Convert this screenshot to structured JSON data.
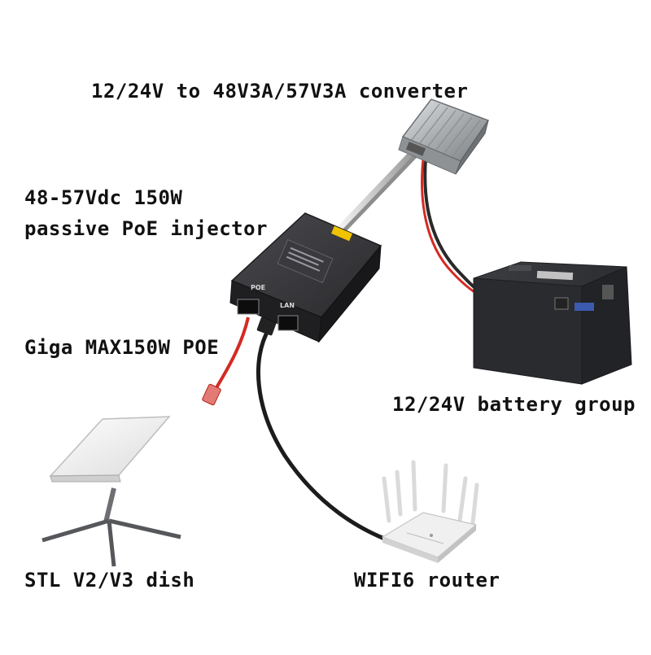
{
  "labels": {
    "converter": "12/24V to 48V3A/57V3A converter",
    "injector_line1": "48-57Vdc 150W",
    "injector_line2": "passive PoE injector",
    "giga": "Giga MAX150W POE",
    "battery": "12/24V battery group",
    "dish": "STL V2/V3 dish",
    "router": "WIFI6 router"
  },
  "ports": {
    "poe": "POE",
    "lan": "LAN"
  },
  "colors": {
    "background": "#ffffff",
    "text": "#111111",
    "device_dark": "#2b2b2e",
    "converter_metal": "#b9bcbf",
    "cable_red": "#d42a22",
    "cable_black": "#1c1c1c",
    "dish_white": "#f3f3f3",
    "router_white": "#ececec"
  }
}
